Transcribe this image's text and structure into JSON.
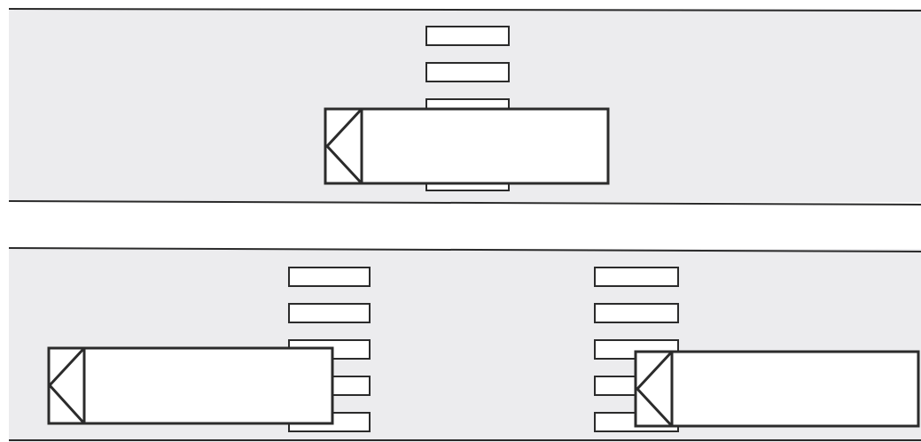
{
  "colors": {
    "background": "#ffffff",
    "road": "#ececee",
    "line": "#2b2b2b",
    "shape_fill": "#ffffff"
  },
  "panels": [
    {
      "name": "top-road-scene",
      "crosswalks": [
        {
          "name": "crosswalk",
          "stripe_count": 5
        }
      ],
      "vehicles": [
        {
          "name": "truck",
          "facing": "left"
        }
      ]
    },
    {
      "name": "bottom-road-scene",
      "crosswalks": [
        {
          "name": "crosswalk-left",
          "stripe_count": 5
        },
        {
          "name": "crosswalk-right",
          "stripe_count": 5
        }
      ],
      "vehicles": [
        {
          "name": "truck-left",
          "facing": "left"
        },
        {
          "name": "truck-right",
          "facing": "left"
        }
      ]
    }
  ]
}
